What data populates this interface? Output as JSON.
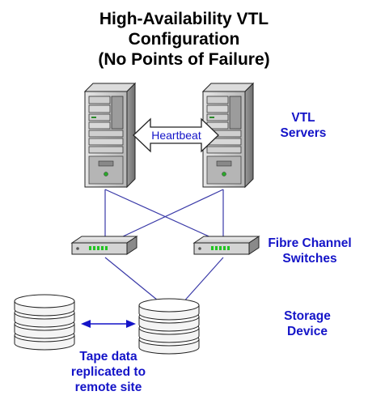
{
  "title": {
    "line1": "High-Availability VTL",
    "line2": "Configuration",
    "line3": "(No Points of Failure)"
  },
  "labels": {
    "vtl_servers": [
      "VTL",
      "Servers"
    ],
    "fc_switches": [
      "Fibre Channel",
      "Switches"
    ],
    "storage": [
      "Storage",
      "Device"
    ],
    "tape": [
      "Tape data",
      "replicated to",
      "remote site"
    ],
    "heartbeat": "Heartbeat"
  },
  "colors": {
    "label_blue": "#1414c8",
    "link_line": "#3a3aa8",
    "server_body": "#c6c6c6",
    "switch_led": "#22c422"
  }
}
